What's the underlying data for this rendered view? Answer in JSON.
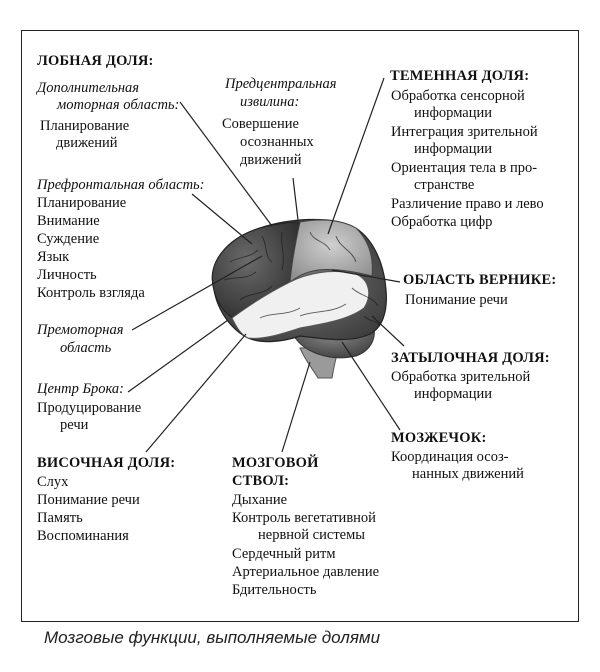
{
  "frontal": {
    "title": "ЛОБНАЯ ДОЛЯ:",
    "sma_label_1": "Дополнительная",
    "sma_label_2": "моторная область:",
    "sma_items": [
      "Планирование",
      "движений"
    ],
    "pfc_label": "Префронтальная область:",
    "pfc_items": [
      "Планирование",
      "Внимание",
      "Суждение",
      "Язык",
      "Личность",
      "Контроль взгляда"
    ],
    "premotor_1": "Премоторная",
    "premotor_2": "область",
    "broca_label": "Центр Брока:",
    "broca_items": [
      "Продуцирование",
      "речи"
    ]
  },
  "precentral": {
    "label_1": "Предцентральная",
    "label_2": "извилина:",
    "items": [
      "Совершение",
      "осознанных",
      "движений"
    ]
  },
  "parietal": {
    "title": "ТЕМЕННАЯ ДОЛЯ:",
    "items": [
      "Обработка сенсорной",
      "информации",
      "Интеграция зрительной",
      "информации",
      "Ориентация тела в про-",
      "странстве",
      "Различение право и лево",
      "Обработка цифр"
    ]
  },
  "wernicke": {
    "title": "ОБЛАСТЬ ВЕРНИКЕ:",
    "items": [
      "Понимание речи"
    ]
  },
  "occipital": {
    "title": "ЗАТЫЛОЧНАЯ ДОЛЯ:",
    "items": [
      "Обработка зрительной",
      "информации"
    ]
  },
  "cerebellum": {
    "title": "МОЗЖЕЧОК:",
    "items": [
      "Координация осоз-",
      "нанных движений"
    ]
  },
  "temporal": {
    "title": "ВИСОЧНАЯ ДОЛЯ:",
    "items": [
      "Слух",
      "Понимание речи",
      "Память",
      "Воспоминания"
    ]
  },
  "brainstem": {
    "title_1": "МОЗГОВОЙ",
    "title_2": "СТВОЛ:",
    "items": [
      "Дыхание",
      "Контроль вегетативной",
      "нервной системы",
      "Сердечный ритм",
      "Артериальное давление",
      "Бдительность"
    ]
  },
  "caption": "Мозговые функции, выполняемые долями"
}
